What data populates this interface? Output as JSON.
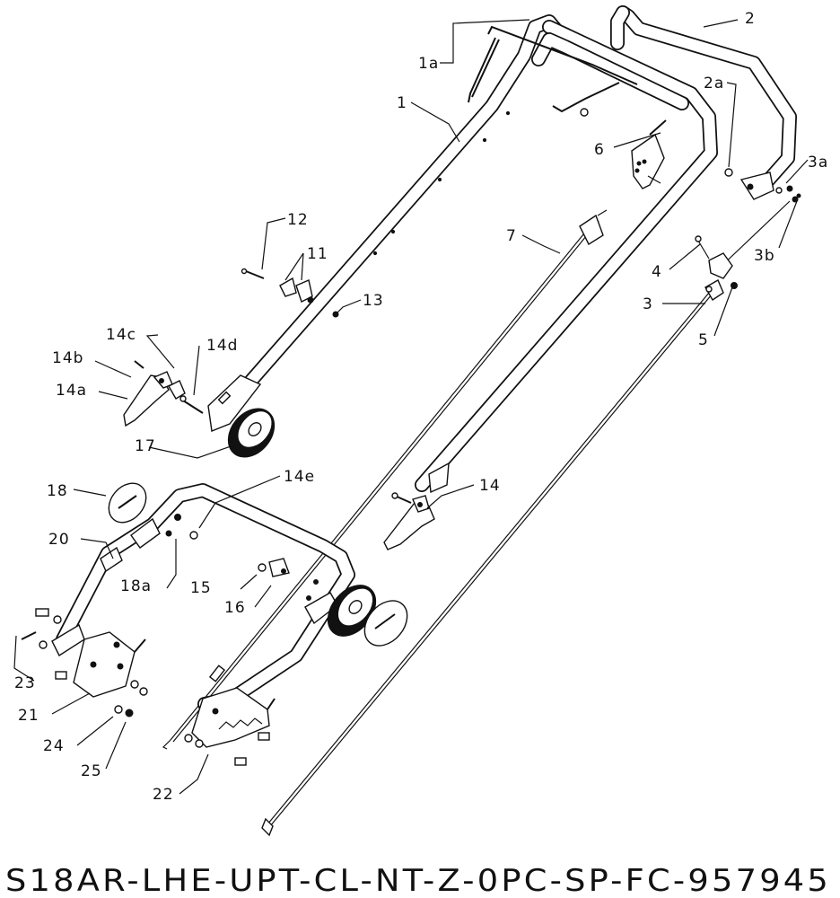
{
  "diagram": {
    "part_number_code": "S18AR-LHE-UPT-CL-NT-Z-0PC-SP-FC-957945",
    "callouts": [
      {
        "id": "c-1a",
        "label": "1a"
      },
      {
        "id": "c-1",
        "label": "1"
      },
      {
        "id": "c-2",
        "label": "2"
      },
      {
        "id": "c-2a",
        "label": "2a"
      },
      {
        "id": "c-3a",
        "label": "3a"
      },
      {
        "id": "c-3b",
        "label": "3b"
      },
      {
        "id": "c-3",
        "label": "3"
      },
      {
        "id": "c-4",
        "label": "4"
      },
      {
        "id": "c-5",
        "label": "5"
      },
      {
        "id": "c-6",
        "label": "6"
      },
      {
        "id": "c-7",
        "label": "7"
      },
      {
        "id": "c-11",
        "label": "11"
      },
      {
        "id": "c-12",
        "label": "12"
      },
      {
        "id": "c-13",
        "label": "13"
      },
      {
        "id": "c-14",
        "label": "14"
      },
      {
        "id": "c-14a",
        "label": "14a"
      },
      {
        "id": "c-14b",
        "label": "14b"
      },
      {
        "id": "c-14c",
        "label": "14c"
      },
      {
        "id": "c-14d",
        "label": "14d"
      },
      {
        "id": "c-14e",
        "label": "14e"
      },
      {
        "id": "c-15",
        "label": "15"
      },
      {
        "id": "c-16",
        "label": "16"
      },
      {
        "id": "c-17",
        "label": "17"
      },
      {
        "id": "c-18",
        "label": "18"
      },
      {
        "id": "c-18a",
        "label": "18a"
      },
      {
        "id": "c-20",
        "label": "20"
      },
      {
        "id": "c-21",
        "label": "21"
      },
      {
        "id": "c-22",
        "label": "22"
      },
      {
        "id": "c-23",
        "label": "23"
      },
      {
        "id": "c-24",
        "label": "24"
      },
      {
        "id": "c-25",
        "label": "25"
      }
    ]
  }
}
